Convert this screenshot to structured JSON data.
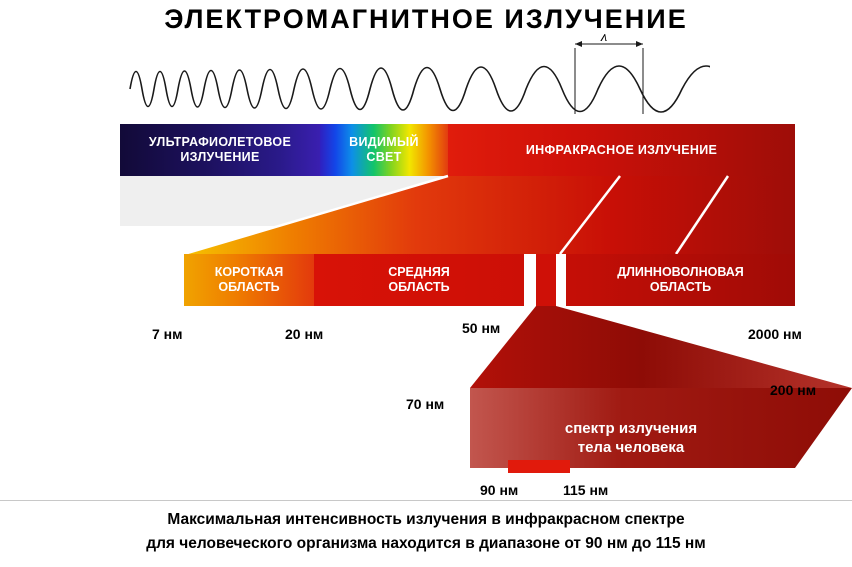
{
  "title": "ЭЛЕКТРОМАГНИТНОЕ ИЗЛУЧЕНИЕ",
  "wave": {
    "lambda_symbol": "λ"
  },
  "spectrum": {
    "bands": [
      {
        "id": "uv",
        "line1": "УЛЬТРАФИОЛЕТОВОЕ",
        "line2": "ИЗЛУЧЕНИЕ"
      },
      {
        "id": "visible",
        "line1": "ВИДИМЫЙ",
        "line2": "СВЕТ"
      },
      {
        "id": "ir",
        "line1": "ИНФРАКРАСНОЕ ИЗЛУЧЕНИЕ",
        "line2": ""
      }
    ]
  },
  "ir_bar": {
    "bands": [
      {
        "id": "short",
        "line1": "КОРОТКАЯ",
        "line2": "ОБЛАСТЬ"
      },
      {
        "id": "middle",
        "line1": "СРЕДНЯЯ",
        "line2": "ОБЛАСТЬ"
      },
      {
        "id": "long",
        "line1": "ДЛИННОВОЛНОВАЯ",
        "line2": "ОБЛАСТЬ"
      }
    ],
    "scale_labels": [
      "7 нм",
      "20 нм",
      "50 нм",
      "2000 нм"
    ]
  },
  "human_spectrum": {
    "line1": "спектр излучения",
    "line2": "тела человека",
    "labels": {
      "left": "70 нм",
      "right": "200 нм",
      "min": "90 нм",
      "max": "115 нм"
    }
  },
  "caption": {
    "line1": "Максимальная интенсивность излучения в инфракрасном спектре",
    "line2": "для человеческого организма находится в диапазоне от 90 нм до 115 нм"
  },
  "colors": {
    "red": "#cf1007",
    "dark_red": "#9e0d08",
    "orange": "#ef7d00",
    "violet": "#1d1160",
    "gray_band": "#efefef"
  },
  "chart_data": {
    "type": "bar",
    "title": "ЭЛЕКТРОМАГНИТНОЕ ИЗЛУЧЕНИЕ",
    "categories": [
      "УЛЬТРАФИОЛЕТОВОЕ ИЗЛУЧЕНИЕ",
      "ВИДИМЫЙ СВЕТ",
      "ИНФРАКРАСНОЕ ИЗЛУЧЕНИЕ"
    ],
    "subranges": [
      "КОРОТКАЯ ОБЛАСТЬ",
      "СРЕДНЯЯ ОБЛАСТЬ",
      "ДЛИННОВОЛНОВАЯ ОБЛАСТЬ"
    ],
    "x_tick_labels": [
      "7 нм",
      "20 нм",
      "50 нм",
      "2000 нм"
    ],
    "detail_tick_labels": [
      "70 нм",
      "90 нм",
      "115 нм",
      "200 нм"
    ],
    "annotation": "Максимальная интенсивность излучения в инфракрасном спектре для человеческого организма находится в диапазоне от 90 нм до 115 нм"
  }
}
